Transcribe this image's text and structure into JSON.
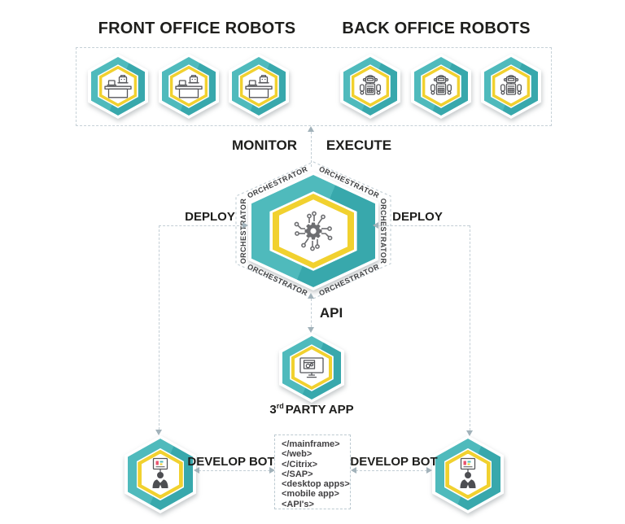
{
  "titles": {
    "front_office": "FRONT OFFICE ROBOTS",
    "back_office": "BACK OFFICE ROBOTS"
  },
  "flow_labels": {
    "monitor": "MONITOR",
    "execute": "EXECUTE",
    "deploy_left": "DEPLOY",
    "deploy_right": "DEPLOY",
    "api": "API",
    "develop_bot_left": "DEVELOP BOT",
    "develop_bot_right": "DEVELOP BOT"
  },
  "orchestrator": {
    "label": "ORCHESTRATOR"
  },
  "third_party_app": {
    "number": "3",
    "ordinal": "rd",
    "rest": "PARTY APP"
  },
  "code_box": {
    "lines": [
      "</mainframe>",
      "</web>",
      "</Citrix>",
      "</SAP>",
      "<desktop apps>",
      "<mobile app>",
      "<API's>"
    ]
  },
  "icons": {
    "front_office_hexagons": "desk-robot-icon",
    "back_office_hexagons": "standing-robot-icon",
    "orchestrator_hexagon": "gear-circuit-icon",
    "third_party_hexagon": "monitor-gears-icon",
    "developer_hexagons": "developer-monitor-icon"
  },
  "colors": {
    "teal": "#4FBABC",
    "teal_dark": "#38A8AC",
    "yellow": "#F1D12F",
    "dash_gray": "#C3CED5",
    "arrow_gray": "#A2B2BA",
    "text_dark": "#1E1E1C",
    "icon_gray": "#55565A",
    "orchestrator_icon_gray": "#6D6E71"
  }
}
